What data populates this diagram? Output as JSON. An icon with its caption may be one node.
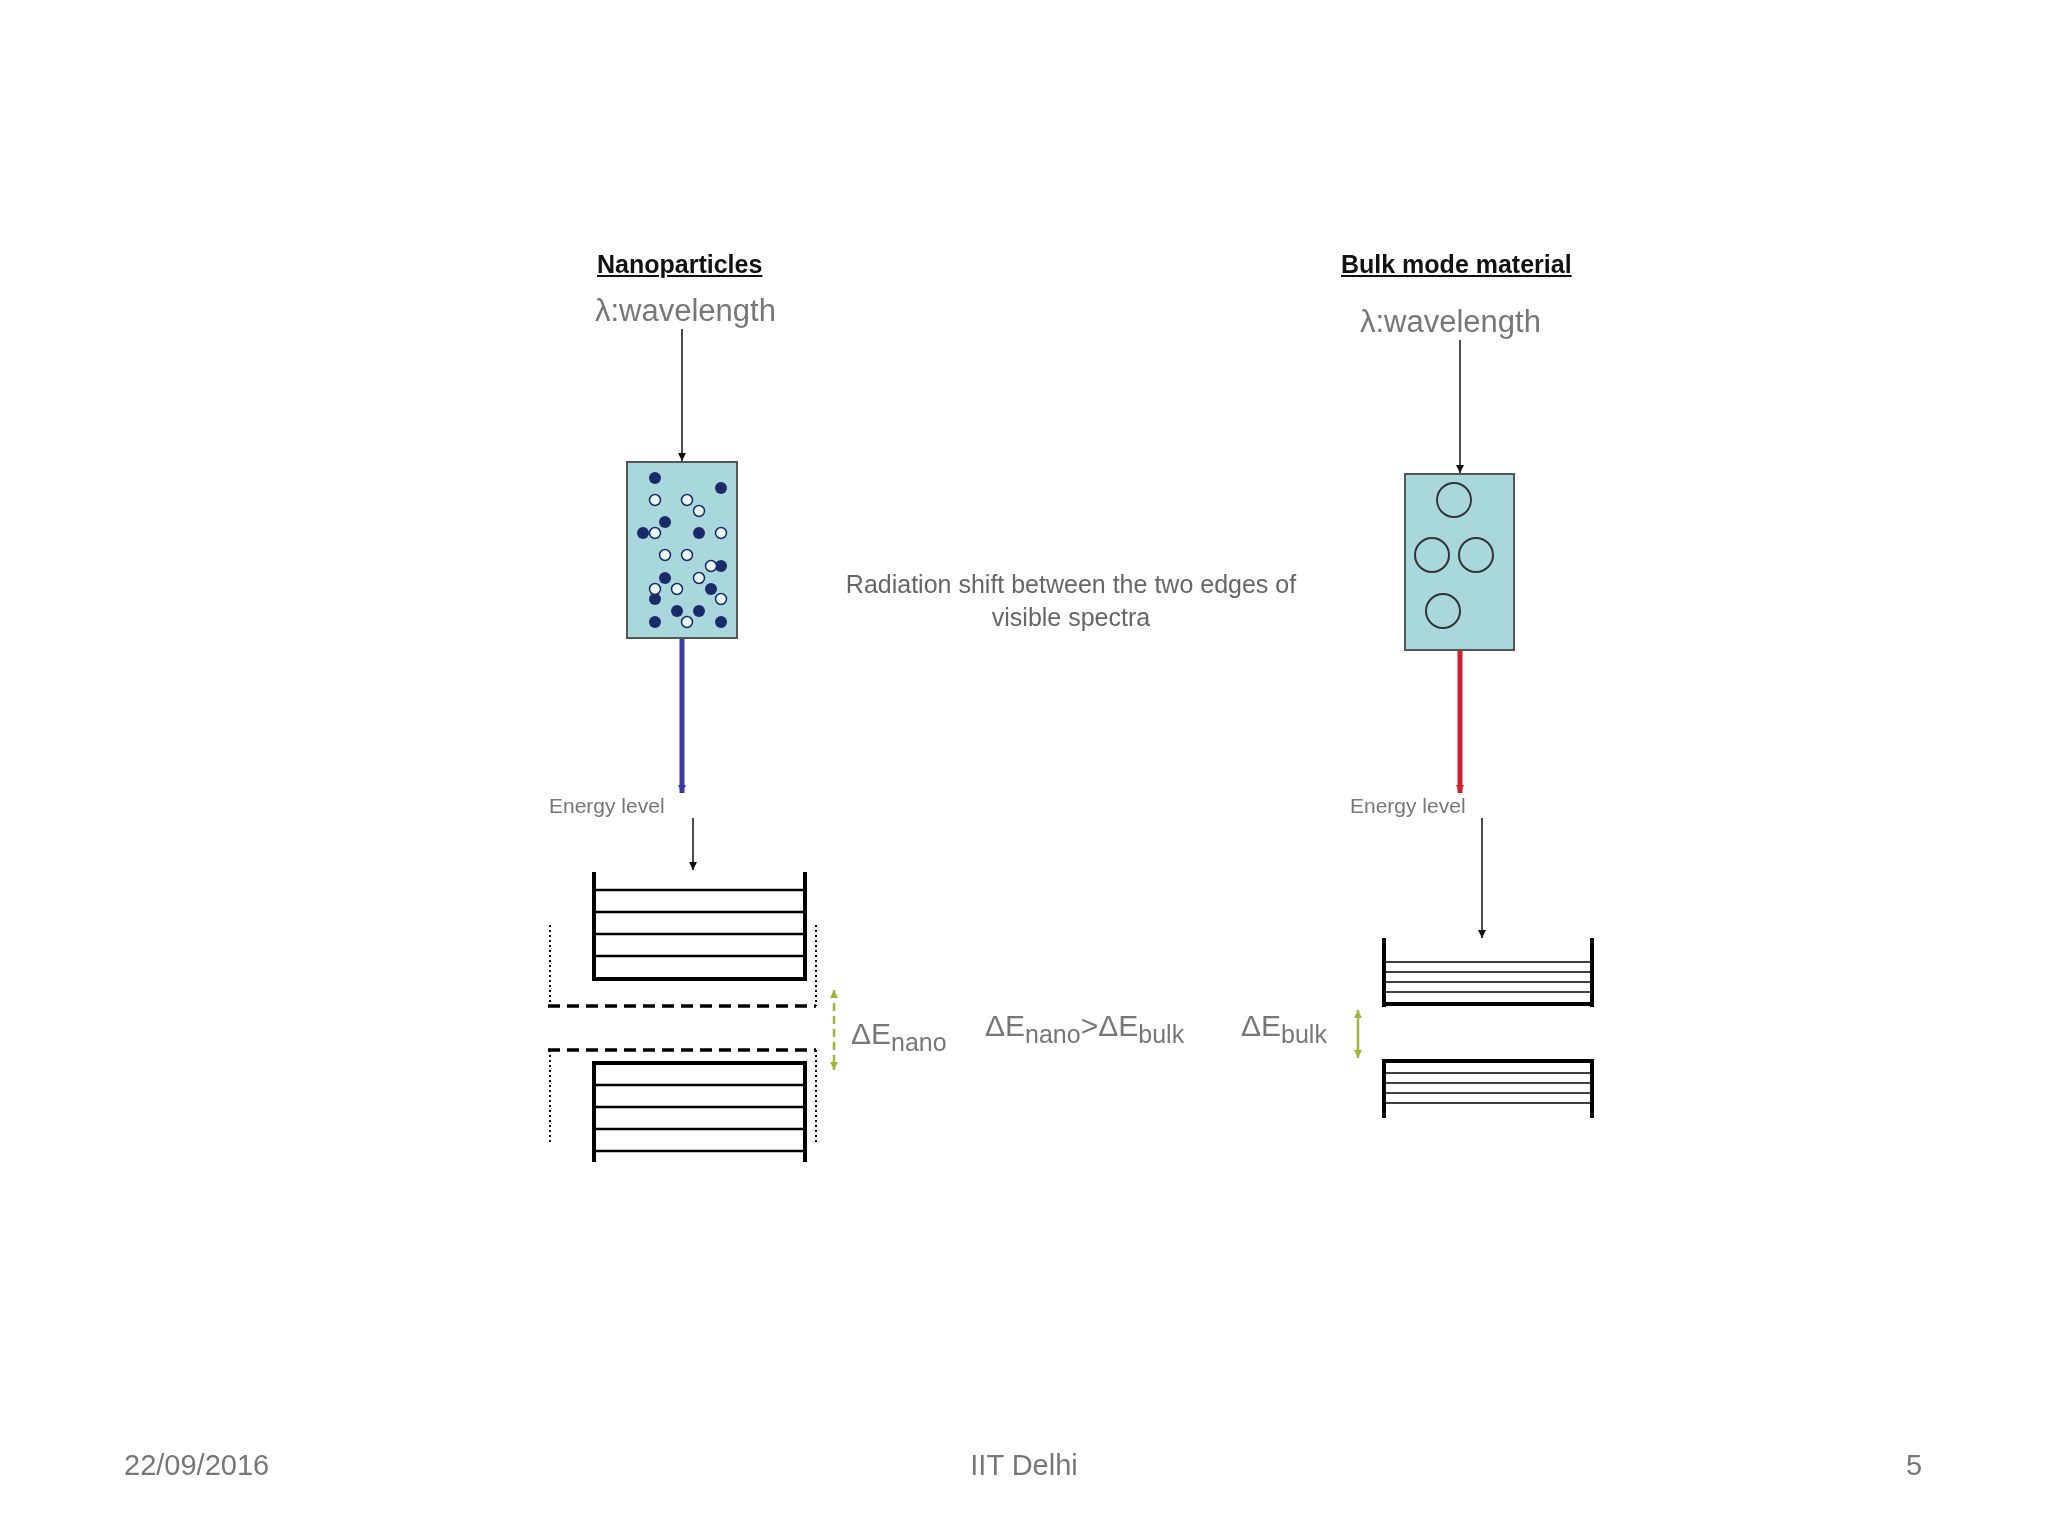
{
  "diagram": {
    "nodes": [
      {
        "text": [
          "λ:wavelength"
        ]
      },
      {
        "text": [],
        "shape": "box"
      },
      {
        "text": [
          "λ:wavelength"
        ]
      },
      {
        "text": [],
        "shape": "box"
      },
      {
        "text": [
          "Energy level"
        ]
      },
      {
        "text": [],
        "shape": "box"
      },
      {
        "text": [],
        "shape": "box"
      },
      {
        "text": [
          "Energy level"
        ]
      },
      {
        "text": [],
        "shape": "box"
      },
      {
        "text": [],
        "shape": "box"
      }
    ],
    "edges": [
      {
        "from": 0,
        "to": 1,
        "arrow": "to"
      },
      {
        "from": 2,
        "to": 3,
        "arrow": "to"
      },
      {
        "from": 1,
        "to": 4,
        "arrow": "to",
        "style": "thick",
        "color": "#3b3b9e"
      },
      {
        "from": 3,
        "to": 7,
        "arrow": "to",
        "style": "thick",
        "color": "#d4202c"
      },
      {
        "from": 4,
        "to": 5,
        "arrow": "to"
      },
      {
        "from": 7,
        "to": 8,
        "arrow": "to"
      },
      {
        "from": 5,
        "to": 6,
        "arrow": "both",
        "style": "dashed",
        "color": "#9ab83a"
      },
      {
        "from": 8,
        "to": 9,
        "arrow": "both",
        "color": "#9ab83a"
      }
    ],
    "labels": [
      "Nanoparticles",
      "Bulk mode material",
      "Radiation shift between the two edges of visible spectra",
      "ΔE$_{nano}$",
      "ΔE$_{nano}$>ΔE$_{bulk}$",
      "ΔE$_{bulk}$",
      "22/09/2016",
      "IIT Delhi",
      "5"
    ]
  }
}
